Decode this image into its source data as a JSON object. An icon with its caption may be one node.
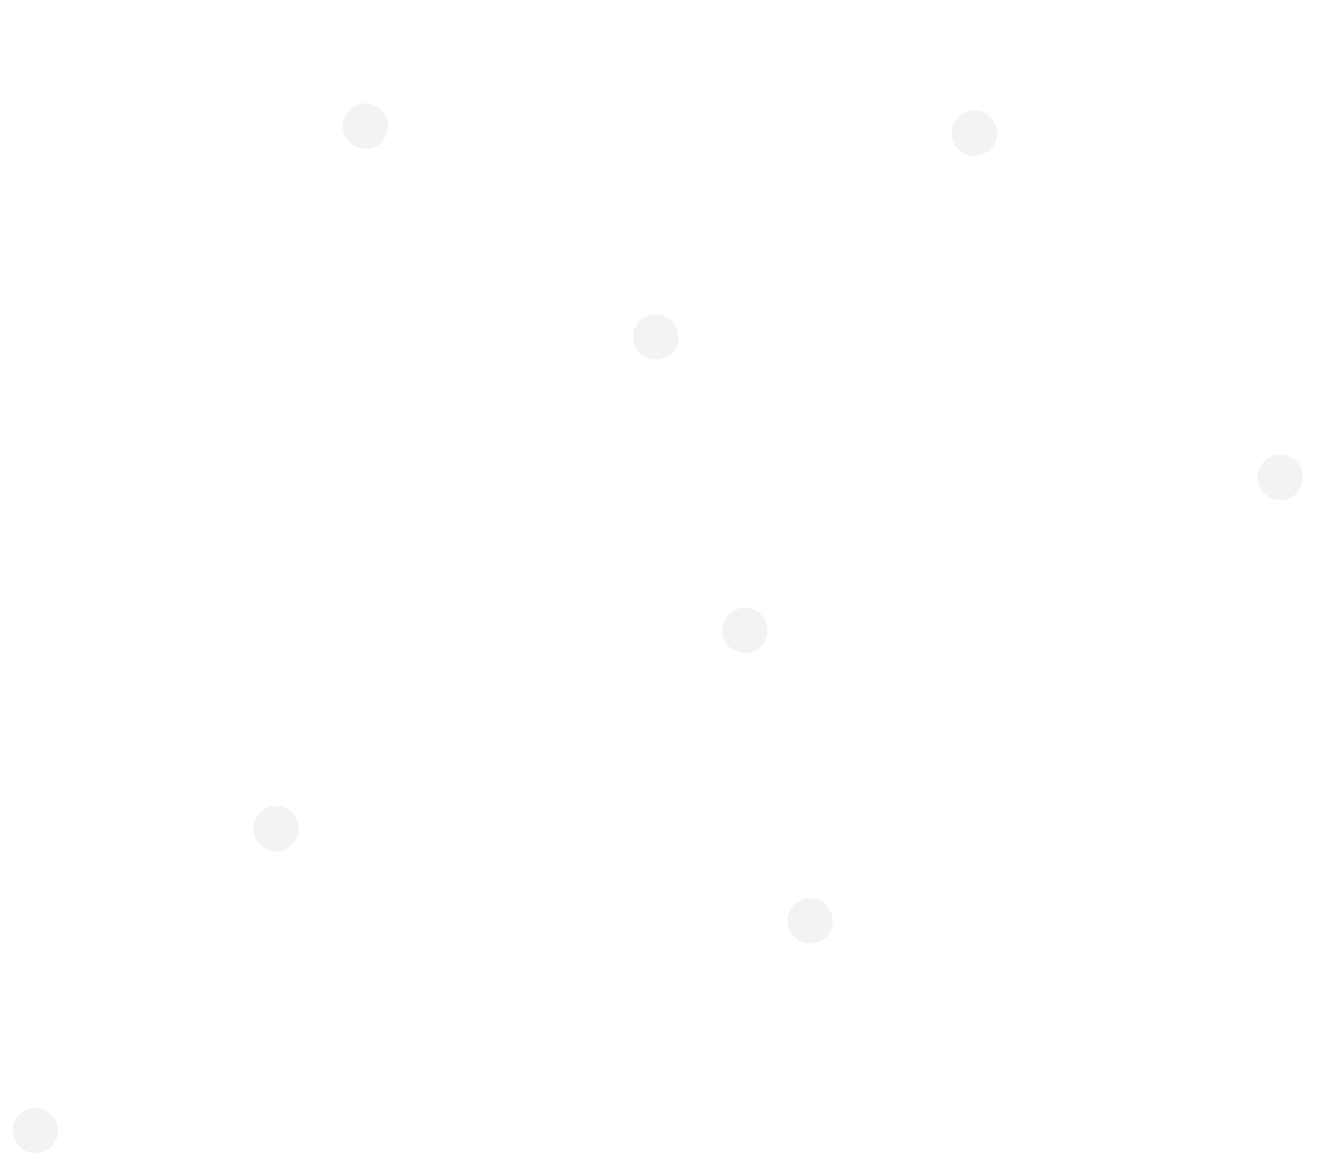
{
  "diagram": {
    "nodes": [
      {
        "text": [],
        "shape": "circle"
      },
      {
        "text": [],
        "shape": "circle"
      },
      {
        "text": [],
        "shape": "circle"
      },
      {
        "text": [],
        "shape": "circle"
      },
      {
        "text": [],
        "shape": "circle"
      },
      {
        "text": [],
        "shape": "circle"
      },
      {
        "text": [],
        "shape": "circle"
      },
      {
        "text": [],
        "shape": "circle"
      }
    ]
  }
}
